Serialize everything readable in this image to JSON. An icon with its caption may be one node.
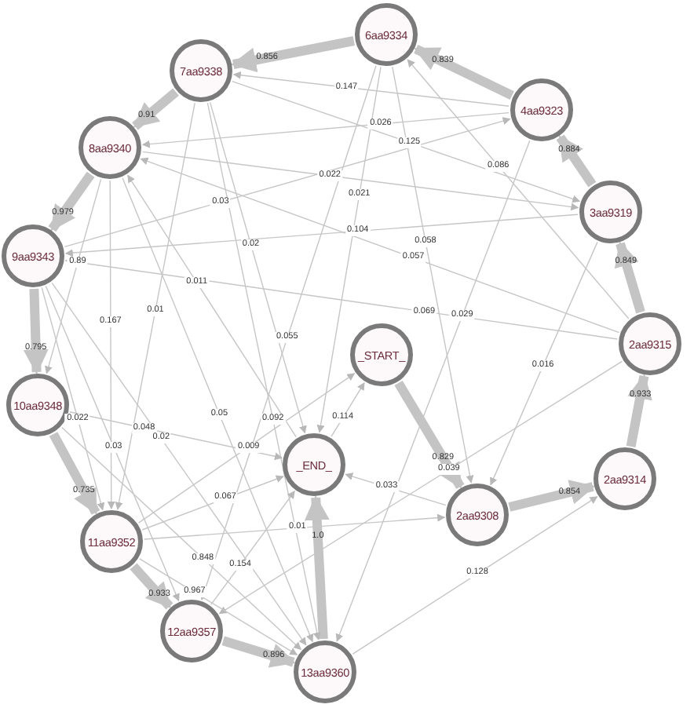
{
  "diagram": {
    "nodes": [
      {
        "text": [
          "_START_"
        ]
      },
      {
        "text": [
          "2aa9308"
        ]
      },
      {
        "text": [
          "2aa9314"
        ]
      },
      {
        "text": [
          "2aa9315"
        ]
      },
      {
        "text": [
          "3aa9319"
        ]
      },
      {
        "text": [
          "4aa9323"
        ]
      },
      {
        "text": [
          "6aa9334"
        ]
      },
      {
        "text": [
          "7aa9338"
        ]
      },
      {
        "text": [
          "8aa9340"
        ]
      },
      {
        "text": [
          "9aa9343"
        ]
      },
      {
        "text": [
          "10aa9348"
        ]
      },
      {
        "text": [
          "11aa9352"
        ]
      },
      {
        "text": [
          "12aa9357"
        ]
      },
      {
        "text": [
          "13aa9360"
        ]
      },
      {
        "text": [
          "_END_"
        ]
      }
    ],
    "edges": [
      {
        "from": 0,
        "to": 1,
        "arrow": "to",
        "label": "0.829",
        "style": "thick"
      },
      {
        "from": 1,
        "to": 2,
        "arrow": "to",
        "label": "0.854",
        "style": "thick"
      },
      {
        "from": 2,
        "to": 3,
        "arrow": "to",
        "label": "0.933",
        "style": "thick"
      },
      {
        "from": 3,
        "to": 4,
        "arrow": "to",
        "label": "0.849",
        "style": "thick"
      },
      {
        "from": 4,
        "to": 5,
        "arrow": "to",
        "label": "0.884",
        "style": "thick"
      },
      {
        "from": 5,
        "to": 6,
        "arrow": "to",
        "label": "0.839",
        "style": "thick"
      },
      {
        "from": 6,
        "to": 7,
        "arrow": "to",
        "label": "0.856",
        "style": "thick"
      },
      {
        "from": 7,
        "to": 8,
        "arrow": "to",
        "label": "0.91",
        "style": "thick"
      },
      {
        "from": 8,
        "to": 9,
        "arrow": "to",
        "label": "0.979",
        "style": "thick"
      },
      {
        "from": 9,
        "to": 10,
        "arrow": "to",
        "label": "0.795",
        "style": "thick"
      },
      {
        "from": 10,
        "to": 11,
        "arrow": "to",
        "label": "0.735",
        "style": "thick"
      },
      {
        "from": 11,
        "to": 12,
        "arrow": "to",
        "label": "0.933",
        "style": "thick"
      },
      {
        "from": 12,
        "to": 13,
        "arrow": "to",
        "label": "0.896",
        "style": "thick"
      },
      {
        "from": 13,
        "to": 14,
        "arrow": "to",
        "label": "1.0",
        "style": "thick"
      },
      {
        "from": 7,
        "to": 4,
        "arrow": "to",
        "label": "0.125"
      },
      {
        "from": 7,
        "to": 13,
        "arrow": "to",
        "label": "0.092"
      },
      {
        "from": 5,
        "to": 8,
        "arrow": "to",
        "label": "0.026"
      },
      {
        "from": 8,
        "to": 4,
        "arrow": "to",
        "label": "0.022"
      },
      {
        "from": 7,
        "to": 11,
        "arrow": "to",
        "label": "0.01"
      },
      {
        "from": 5,
        "to": 7,
        "arrow": "to",
        "label": "0.147"
      },
      {
        "from": 5,
        "to": 13,
        "arrow": "to",
        "label": "0.029"
      },
      {
        "from": 4,
        "to": 9,
        "arrow": "to",
        "label": "0.104"
      },
      {
        "from": 6,
        "to": 12,
        "arrow": "to",
        "label": "0.055"
      },
      {
        "from": 6,
        "to": 1,
        "arrow": "to",
        "label": "0.058"
      },
      {
        "from": 9,
        "to": 5,
        "arrow": "to",
        "label": "0.03"
      },
      {
        "from": 8,
        "to": 10,
        "arrow": "to",
        "label": "0.89"
      },
      {
        "from": 9,
        "to": 12,
        "arrow": "to",
        "label": "0.03"
      },
      {
        "from": 9,
        "to": 11,
        "arrow": "to",
        "label": "0.022"
      },
      {
        "from": 6,
        "to": 14,
        "arrow": "to",
        "label": "0.021"
      },
      {
        "from": 7,
        "to": 14,
        "arrow": "to",
        "label": "0.02"
      },
      {
        "from": 8,
        "to": 13,
        "arrow": "to",
        "label": "0.05"
      },
      {
        "from": 14,
        "to": 8,
        "arrow": "to",
        "label": "0.011"
      },
      {
        "from": 14,
        "to": 0,
        "arrow": "to",
        "label": "0.114"
      },
      {
        "from": 3,
        "to": 8,
        "arrow": "to",
        "label": "0.057"
      },
      {
        "from": 4,
        "to": 1,
        "arrow": "to",
        "label": "0.016"
      },
      {
        "from": 3,
        "to": 6,
        "arrow": "to",
        "label": "0.086"
      },
      {
        "from": 3,
        "to": 9,
        "arrow": "to",
        "label": "0.069"
      },
      {
        "from": 3,
        "to": 12,
        "arrow": "to",
        "label": "0.039"
      },
      {
        "from": 11,
        "to": 1,
        "arrow": "to",
        "label": "0.01"
      },
      {
        "from": 1,
        "to": 14,
        "arrow": "to",
        "label": "0.033"
      },
      {
        "from": 10,
        "to": 14,
        "arrow": "to",
        "label": "0.048"
      },
      {
        "from": 8,
        "to": 11,
        "arrow": "to",
        "label": "0.167"
      },
      {
        "from": 11,
        "to": 0,
        "arrow": "to",
        "label": "0.009"
      },
      {
        "from": 11,
        "to": 14,
        "arrow": "to",
        "label": "0.067"
      },
      {
        "from": 12,
        "to": 14,
        "arrow": "to",
        "label": "0.154"
      },
      {
        "from": 9,
        "to": 13,
        "arrow": "to",
        "label": "0.02"
      },
      {
        "from": 13,
        "to": 2,
        "arrow": "to",
        "label": "0.128"
      },
      {
        "from": 10,
        "to": 13,
        "arrow": "to",
        "label": "0.848"
      },
      {
        "from": 11,
        "to": 13,
        "arrow": "to",
        "label": "0.967"
      }
    ]
  }
}
